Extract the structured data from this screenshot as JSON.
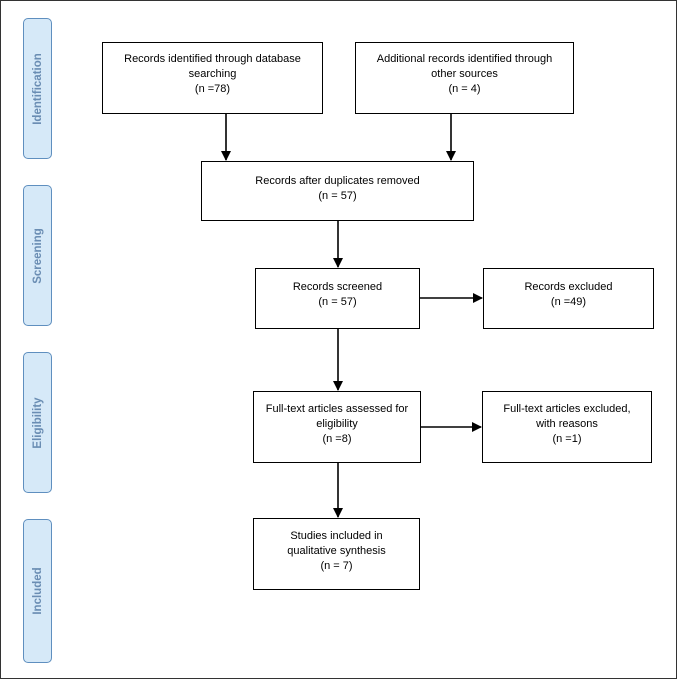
{
  "stages": {
    "identification": "Identification",
    "screening": "Screening",
    "eligibility": "Eligibility",
    "included": "Included"
  },
  "boxes": {
    "database_records": {
      "line1": "Records identified through database",
      "line2": "searching",
      "line3": "(n =78)"
    },
    "additional_records": {
      "line1": "Additional records identified through",
      "line2": "other sources",
      "line3": "(n = 4)"
    },
    "after_duplicates": {
      "line1": "Records after duplicates removed",
      "line2": "(n = 57)"
    },
    "screened": {
      "line1": "Records screened",
      "line2": "(n = 57)"
    },
    "excluded": {
      "line1": "Records excluded",
      "line2": "(n =49)"
    },
    "fulltext_assessed": {
      "line1": "Full-text articles assessed for",
      "line2": "eligibility",
      "line3": "(n =8)"
    },
    "fulltext_excluded": {
      "line1": "Full-text articles excluded,",
      "line2": "with reasons",
      "line3": "(n =1)"
    },
    "included_studies": {
      "line1": "Studies included in",
      "line2": "qualitative synthesis",
      "line3": "(n = 7)"
    }
  }
}
